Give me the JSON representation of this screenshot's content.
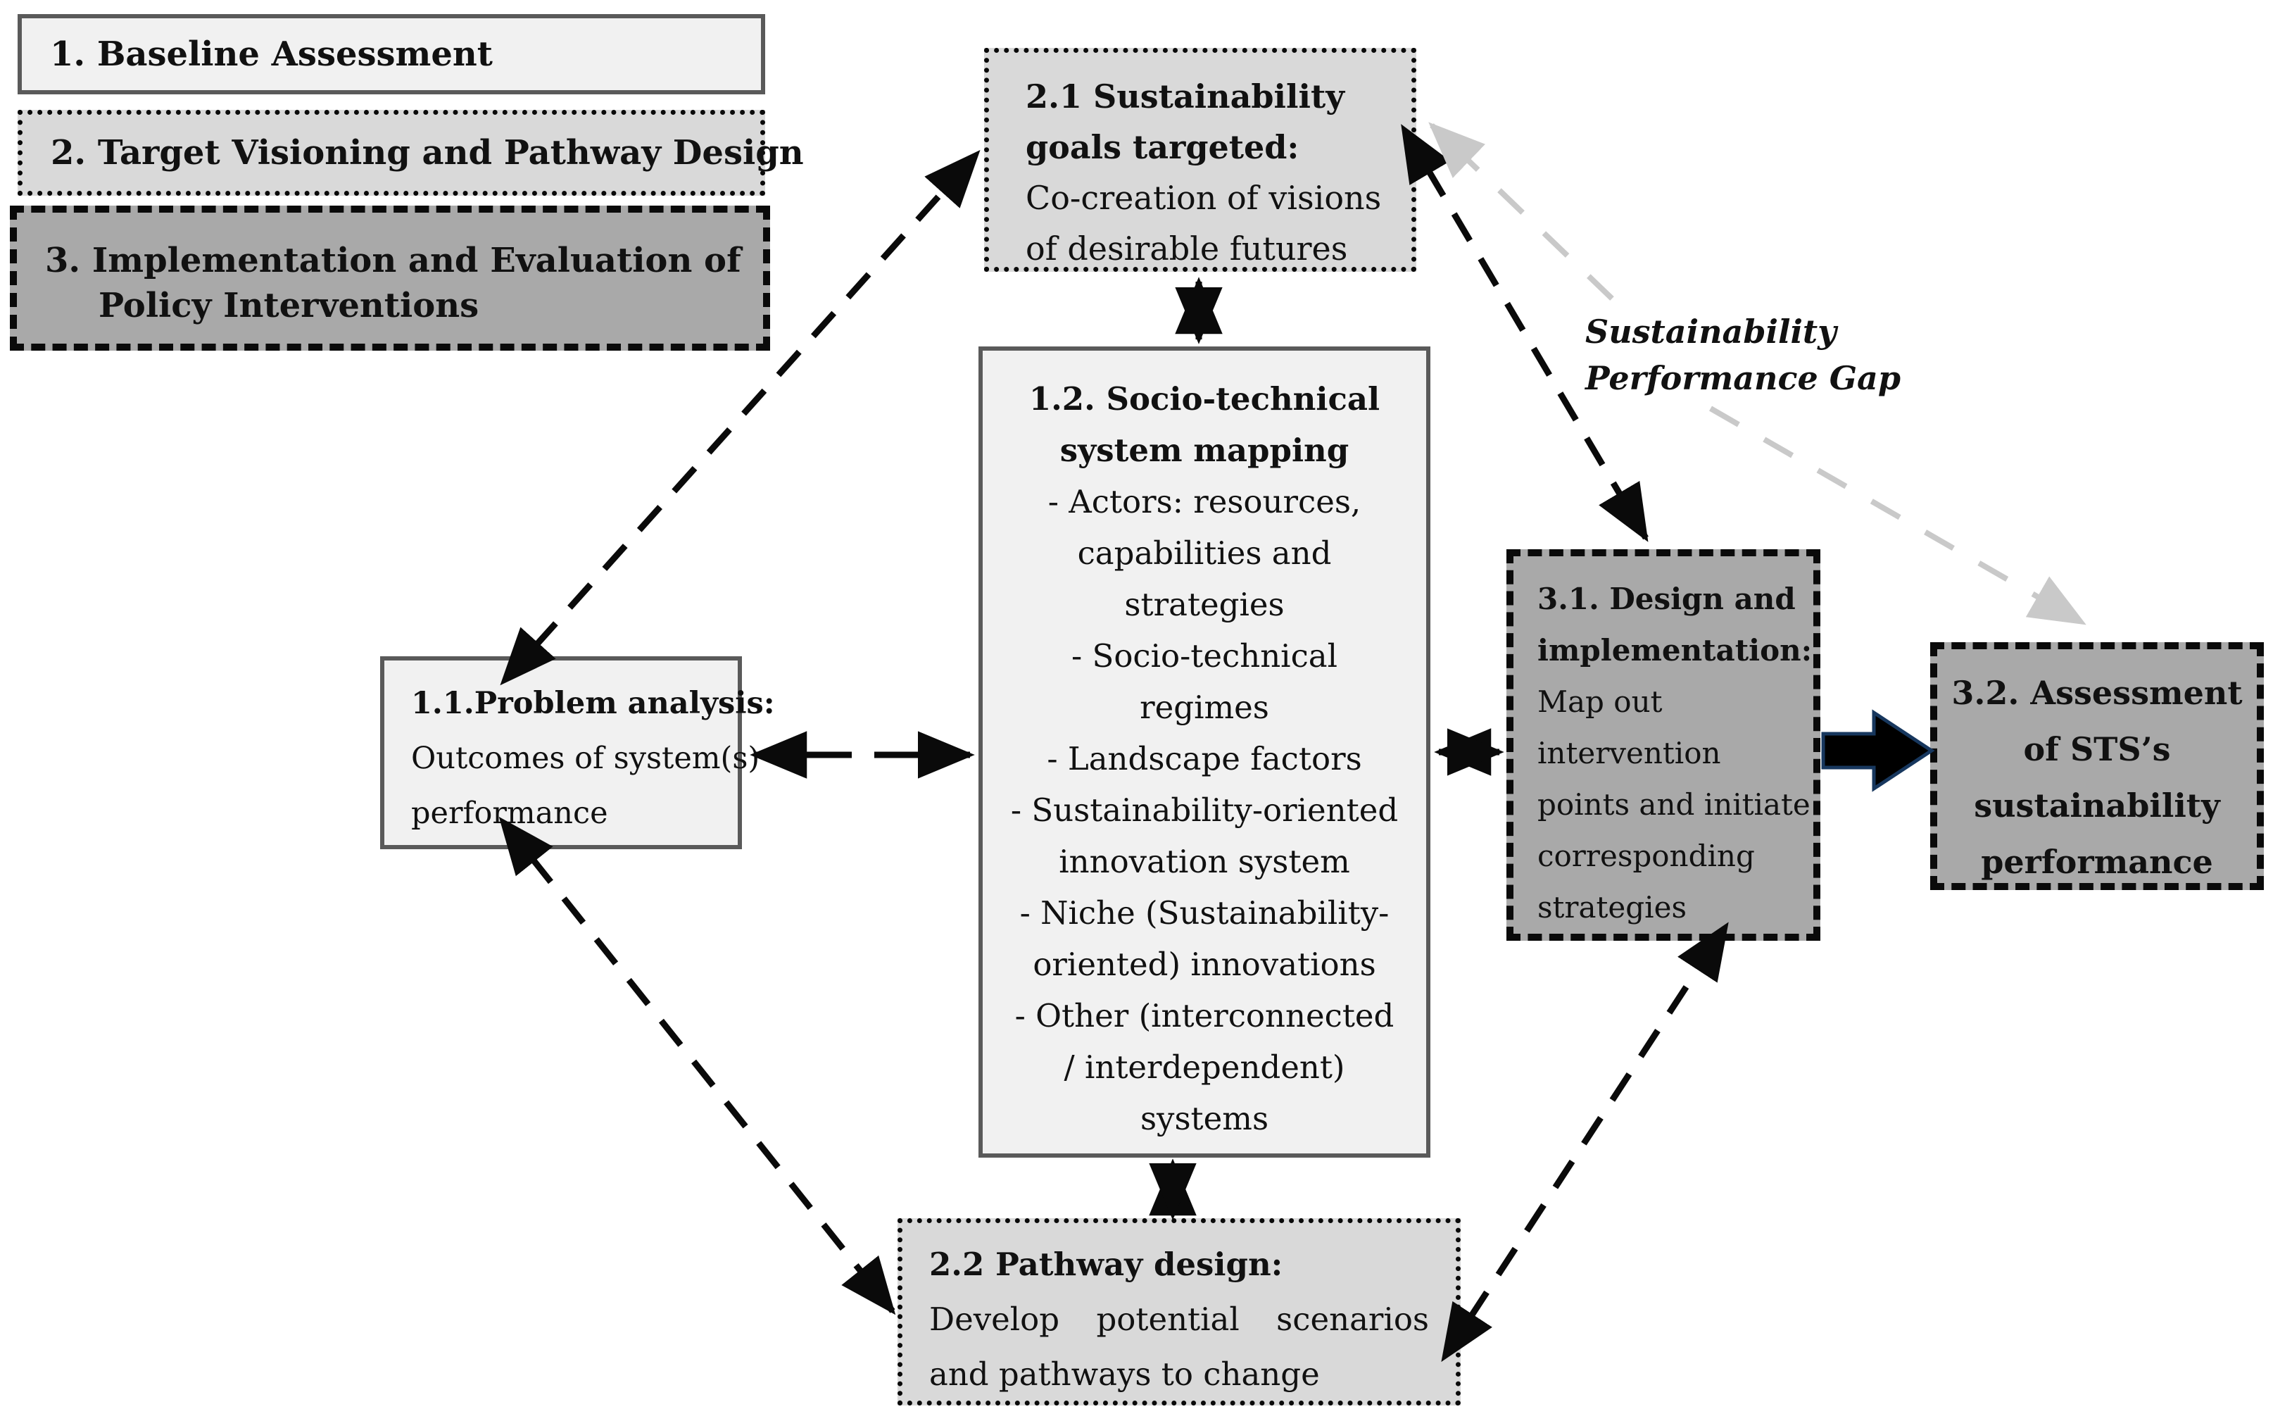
{
  "legend": {
    "item1": "1. Baseline Assessment",
    "item2": "2. Target Visioning and Pathway Design",
    "item3_line1": "3. Implementation and Evaluation of",
    "item3_line2": "Policy Interventions"
  },
  "boxes": {
    "goals": {
      "title_l1": "2.1 Sustainability",
      "title_l2": "goals targeted:",
      "body_l1": "Co-creation of visions",
      "body_l2": "of desirable futures"
    },
    "mapping": {
      "title_l1": "1.2. Socio-technical",
      "title_l2": "system mapping",
      "items": [
        "- Actors: resources,",
        "capabilities and",
        "strategies",
        "- Socio-technical",
        "regimes",
        "- Landscape factors",
        "- Sustainability-oriented",
        "innovation system",
        "- Niche (Sustainability-",
        "oriented) innovations",
        "- Other (interconnected",
        "/ interdependent)",
        "systems"
      ]
    },
    "problem": {
      "title": "1.1.Problem analysis:",
      "body_l1": "Outcomes of system(s)",
      "body_l2": "performance"
    },
    "design": {
      "title_l1": "3.1. Design and",
      "title_l2": "implementation:",
      "body_l1": "Map out",
      "body_l2": "intervention",
      "body_l3": "points and initiate",
      "body_l4": "corresponding",
      "body_l5": "strategies"
    },
    "assessment": {
      "l1": "3.2. Assessment",
      "l2": "of STS’s",
      "l3": "sustainability",
      "l4": "performance"
    },
    "pathway": {
      "title": "2.2 Pathway design:",
      "body_l1": "Develop potential scenarios",
      "body_l2": "and pathways to change"
    }
  },
  "annotation": {
    "l1": "Sustainability",
    "l2": "Performance Gap"
  },
  "colors": {
    "light_fill": "#f1f1f1",
    "mid_fill": "#d9d9d9",
    "dark_fill": "#a9a9a9",
    "arrow_black": "#0a0a0a",
    "arrow_gray": "#c9c9c9",
    "thick_arrow_fill": "#000000",
    "thick_arrow_outline": "#17375e"
  }
}
